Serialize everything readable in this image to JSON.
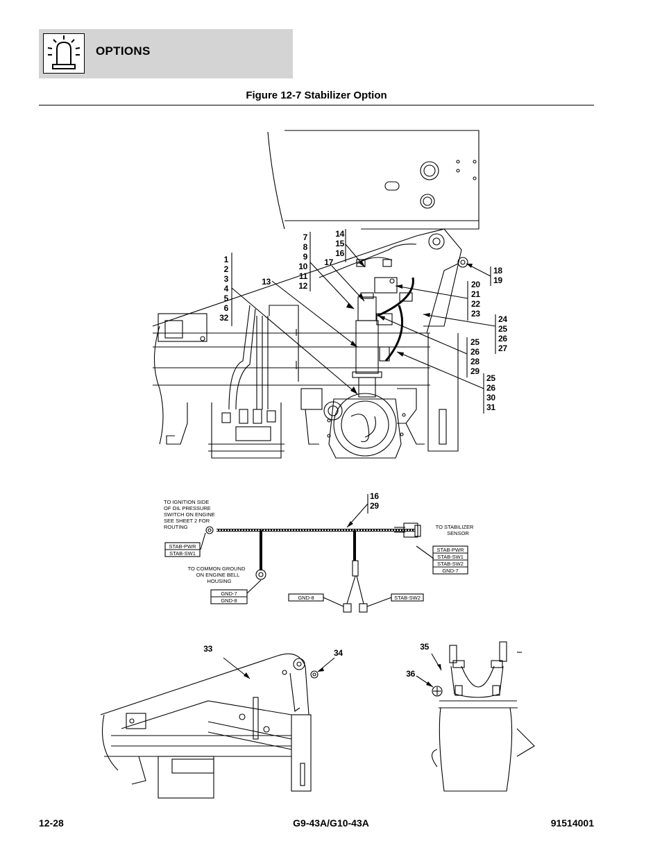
{
  "header": {
    "section": "OPTIONS",
    "icon": "warning-light-icon"
  },
  "figure": {
    "title": "Figure 12-7 Stabilizer Option"
  },
  "callouts": {
    "group_a": [
      "1",
      "2",
      "3",
      "4",
      "5",
      "6",
      "32"
    ],
    "group_b": [
      "7",
      "8",
      "9",
      "10",
      "11",
      "12"
    ],
    "c13": "13",
    "group_c": [
      "14",
      "15",
      "16"
    ],
    "c17": "17",
    "group_d": [
      "18",
      "19"
    ],
    "group_e": [
      "20",
      "21",
      "22",
      "23"
    ],
    "group_f": [
      "24",
      "25",
      "26",
      "27"
    ],
    "group_g": [
      "25",
      "26",
      "28",
      "29"
    ],
    "group_h": [
      "25",
      "26",
      "30",
      "31"
    ],
    "group_i": [
      "16",
      "29"
    ],
    "c33": "33",
    "c34": "34",
    "c35": "35",
    "c36": "36"
  },
  "harness": {
    "note_ignition": [
      "TO IGNITION SIDE",
      "OF OIL PRESSURE",
      "SWITCH ON ENGINE",
      "SEE SHEET 2 FOR",
      "ROUTING"
    ],
    "note_sensor": [
      "TO STABILIZER",
      "SENSOR"
    ],
    "note_ground": [
      "TO COMMON GROUND",
      "ON ENGINE BELL",
      "HOUSING"
    ],
    "tags_left": [
      "STAB-PWR",
      "STAB-SW1"
    ],
    "tags_right": [
      "STAB-PWR",
      "STAB-SW1",
      "STAB-SW2",
      "GND-7"
    ],
    "tags_ground": [
      "GND-7",
      "GND-8"
    ],
    "tag_gnd8": "GND-8",
    "tag_sw2": "STAB-SW2"
  },
  "footer": {
    "page": "12-28",
    "model": "G9-43A/G10-43A",
    "doc_number": "91514001"
  }
}
